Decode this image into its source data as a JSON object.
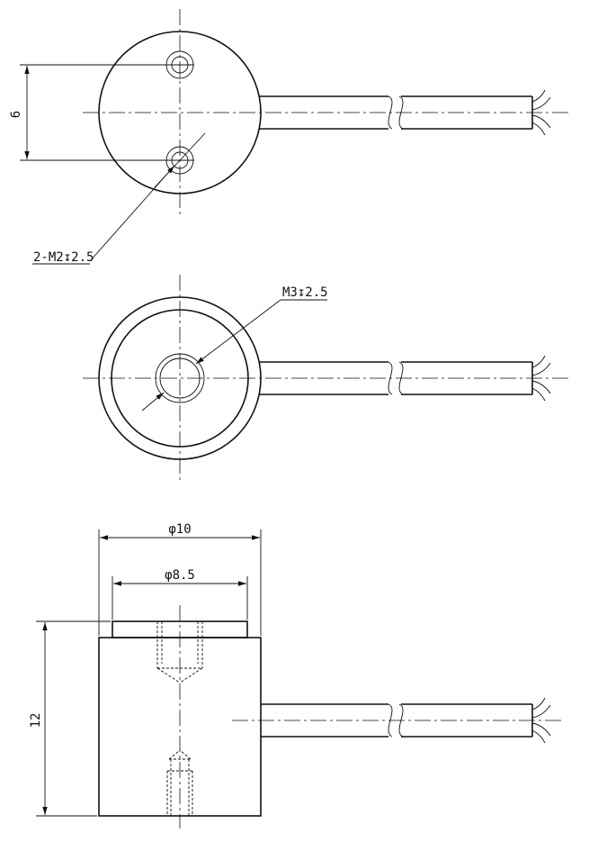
{
  "top_view": {
    "dim_hole_spacing": "6",
    "callout_holes": "2-M2↧2.5"
  },
  "bottom_view": {
    "callout_hole": "M3↧2.5"
  },
  "side_view": {
    "dim_outer_diameter": "φ10",
    "dim_boss_diameter": "φ8.5",
    "dim_height": "12"
  }
}
